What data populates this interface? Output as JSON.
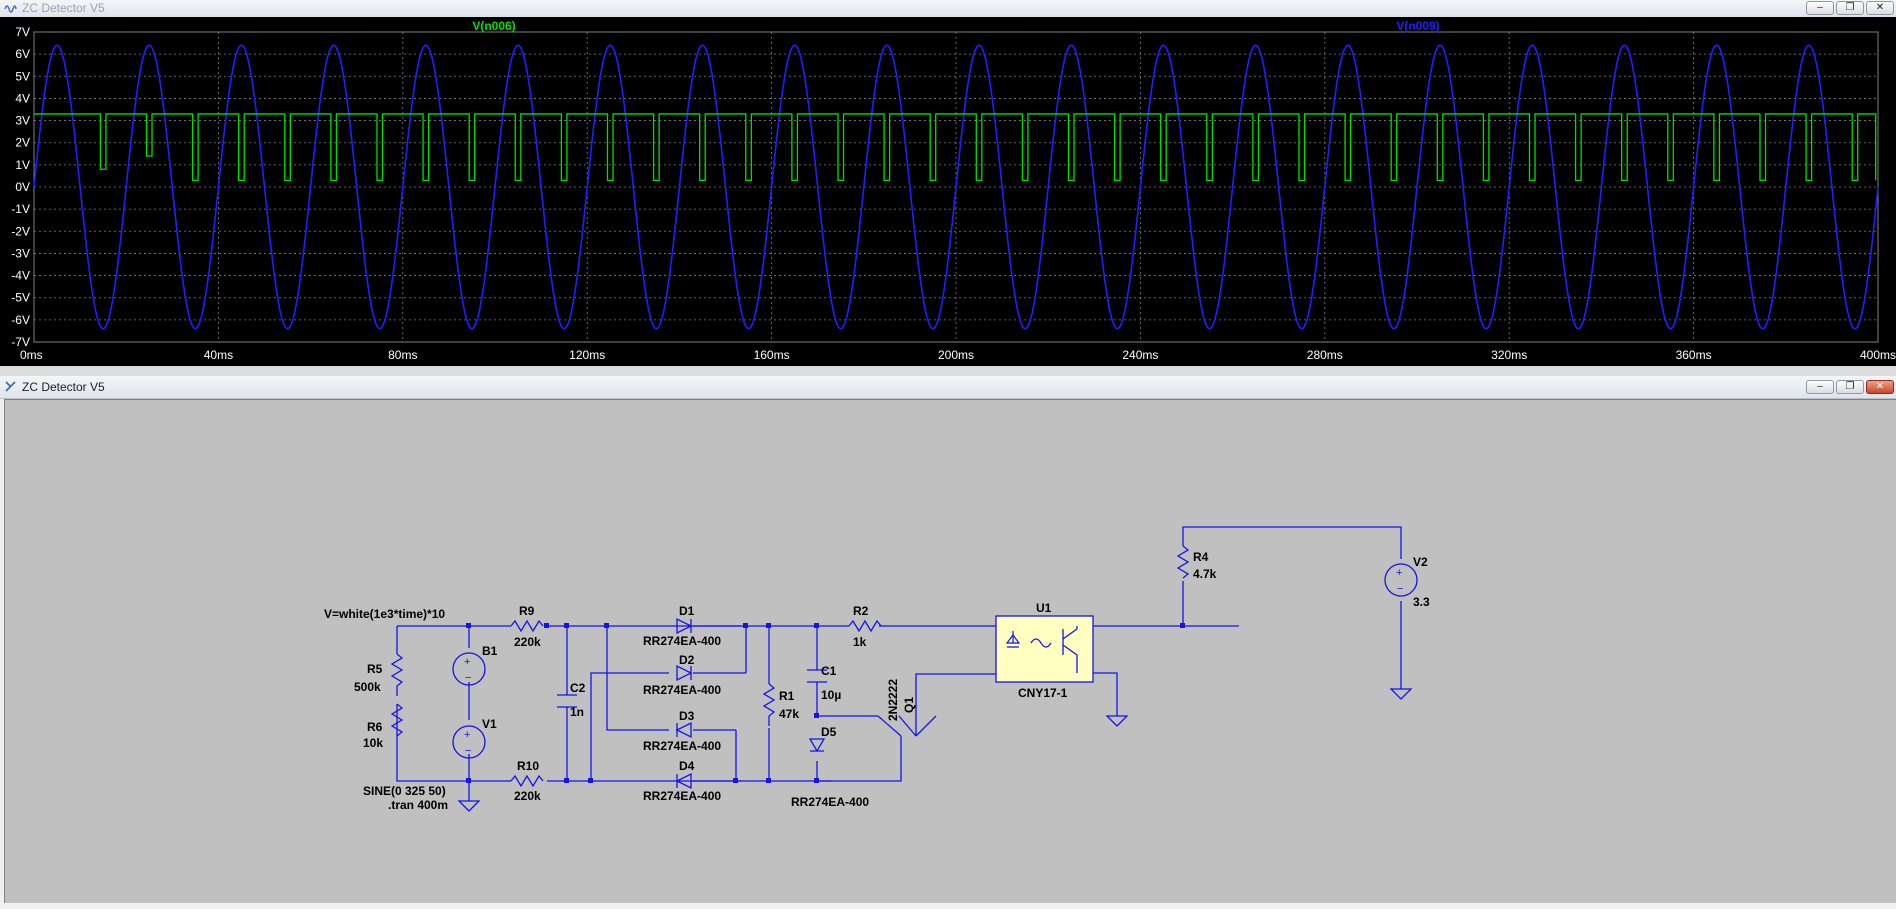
{
  "waveform_window": {
    "title": "ZC Detector V5",
    "traces": [
      {
        "label": "V(n006)",
        "color": "#00e000"
      },
      {
        "label": "V(n009)",
        "color": "#2020ff"
      }
    ],
    "colors": {
      "background": "#000000",
      "grid": "#808080",
      "axis_text": "#ffffff"
    }
  },
  "schematic_window": {
    "title": "ZC Detector V5",
    "colors": {
      "background": "#c0c0c0",
      "wire": "#1414e6",
      "text": "#000000",
      "optocoupler_fill": "#ffffc0"
    },
    "labels": {
      "b1_expr": "V=white(1e3*time)*10",
      "r9": "R9",
      "r9_val": "220k",
      "r10": "R10",
      "r10_val": "220k",
      "r5": "R5",
      "r5_val": "500k",
      "r6": "R6",
      "r6_val": "10k",
      "b1": "B1",
      "v1": "V1",
      "v1_val": "SINE(0 325 50)",
      "tran": ".tran 400m",
      "c2": "C2",
      "c2_val": "1n",
      "d1": "D1",
      "d1_val": "RR274EA-400",
      "d2": "D2",
      "d2_val": "RR274EA-400",
      "d3": "D3",
      "d3_val": "RR274EA-400",
      "d4": "D4",
      "d4_val": "RR274EA-400",
      "r1": "R1",
      "r1_val": "47k",
      "r2": "R2",
      "r2_val": "1k",
      "c1": "C1",
      "c1_val": "10µ",
      "d5": "D5",
      "d5_val": "RR274EA-400",
      "q1": "Q1",
      "q1_val": "2N2222",
      "u1": "U1",
      "u1_val": "CNY17-1",
      "r4": "R4",
      "r4_val": "4.7k",
      "v2": "V2",
      "v2_val": "3.3"
    }
  },
  "chart_data": {
    "type": "line",
    "title": "",
    "xlabel": "",
    "ylabel": "",
    "xlim": [
      0,
      400
    ],
    "ylim": [
      -7,
      7
    ],
    "x_ticks": [
      "0ms",
      "40ms",
      "80ms",
      "120ms",
      "160ms",
      "200ms",
      "240ms",
      "280ms",
      "320ms",
      "360ms",
      "400ms"
    ],
    "y_ticks": [
      "7V",
      "6V",
      "5V",
      "4V",
      "3V",
      "2V",
      "1V",
      "0V",
      "-1V",
      "-2V",
      "-3V",
      "-4V",
      "-5V",
      "-6V",
      "-7V"
    ],
    "grid": true,
    "series": [
      {
        "name": "V(n006)",
        "color": "#00e000",
        "kind": "pulse-train",
        "high": 3.3,
        "low": 0.3,
        "first_dip": 0.8,
        "first_dip_mid": 1.4,
        "dip_width_ms": 1.2,
        "x_dips_ms": [
          15,
          25,
          35,
          45,
          55,
          65,
          75,
          85,
          95,
          105,
          115,
          125,
          135,
          145,
          155,
          165,
          175,
          185,
          195,
          205,
          215,
          225,
          235,
          245,
          255,
          265,
          275,
          285,
          295,
          305,
          315,
          325,
          335,
          345,
          355,
          365,
          375,
          385,
          395
        ]
      },
      {
        "name": "V(n009)",
        "color": "#2020ff",
        "kind": "sine",
        "amplitude": 6.4,
        "frequency_hz": 50,
        "offset": 0
      }
    ]
  }
}
